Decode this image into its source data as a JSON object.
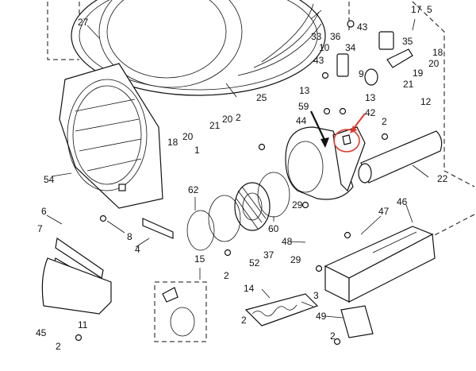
{
  "callouts": [
    {
      "key": "c17",
      "text": "17"
    },
    {
      "key": "c5",
      "text": "5"
    },
    {
      "key": "c27",
      "text": "27"
    },
    {
      "key": "c33",
      "text": "33"
    },
    {
      "key": "c36",
      "text": "36"
    },
    {
      "key": "c43a",
      "text": "43"
    },
    {
      "key": "c35",
      "text": "35"
    },
    {
      "key": "c10",
      "text": "10"
    },
    {
      "key": "c34",
      "text": "34"
    },
    {
      "key": "c18a",
      "text": "18"
    },
    {
      "key": "c43b",
      "text": "43"
    },
    {
      "key": "c20a",
      "text": "20"
    },
    {
      "key": "c19",
      "text": "19"
    },
    {
      "key": "c21a",
      "text": "21"
    },
    {
      "key": "c9",
      "text": "9"
    },
    {
      "key": "c25",
      "text": "25"
    },
    {
      "key": "c13a",
      "text": "13"
    },
    {
      "key": "c13b",
      "text": "13"
    },
    {
      "key": "c12",
      "text": "12"
    },
    {
      "key": "c59",
      "text": "59"
    },
    {
      "key": "c42",
      "text": "42"
    },
    {
      "key": "c2a",
      "text": "2"
    },
    {
      "key": "c2b",
      "text": "2"
    },
    {
      "key": "c44",
      "text": "44"
    },
    {
      "key": "c21b",
      "text": "21"
    },
    {
      "key": "c20b",
      "text": "20"
    },
    {
      "key": "c20c",
      "text": "20"
    },
    {
      "key": "c18b",
      "text": "18"
    },
    {
      "key": "c1",
      "text": "1"
    },
    {
      "key": "c54",
      "text": "54"
    },
    {
      "key": "c22",
      "text": "22"
    },
    {
      "key": "c62",
      "text": "62"
    },
    {
      "key": "c29a",
      "text": "29"
    },
    {
      "key": "c47",
      "text": "47"
    },
    {
      "key": "c46",
      "text": "46"
    },
    {
      "key": "c6",
      "text": "6"
    },
    {
      "key": "c7",
      "text": "7"
    },
    {
      "key": "c8",
      "text": "8"
    },
    {
      "key": "c60",
      "text": "60"
    },
    {
      "key": "c48",
      "text": "48"
    },
    {
      "key": "c4",
      "text": "4"
    },
    {
      "key": "c52",
      "text": "52"
    },
    {
      "key": "c37",
      "text": "37"
    },
    {
      "key": "c15",
      "text": "15"
    },
    {
      "key": "c29b",
      "text": "29"
    },
    {
      "key": "c2c",
      "text": "2"
    },
    {
      "key": "c3",
      "text": "3"
    },
    {
      "key": "c14",
      "text": "14"
    },
    {
      "key": "c45",
      "text": "45"
    },
    {
      "key": "c11",
      "text": "11"
    },
    {
      "key": "c49",
      "text": "49"
    },
    {
      "key": "c2d",
      "text": "2"
    },
    {
      "key": "c2e",
      "text": "2"
    },
    {
      "key": "c2f",
      "text": "2"
    }
  ],
  "colors": {
    "line": "#111111",
    "highlight": "#e03a2f",
    "background": "#ffffff"
  }
}
